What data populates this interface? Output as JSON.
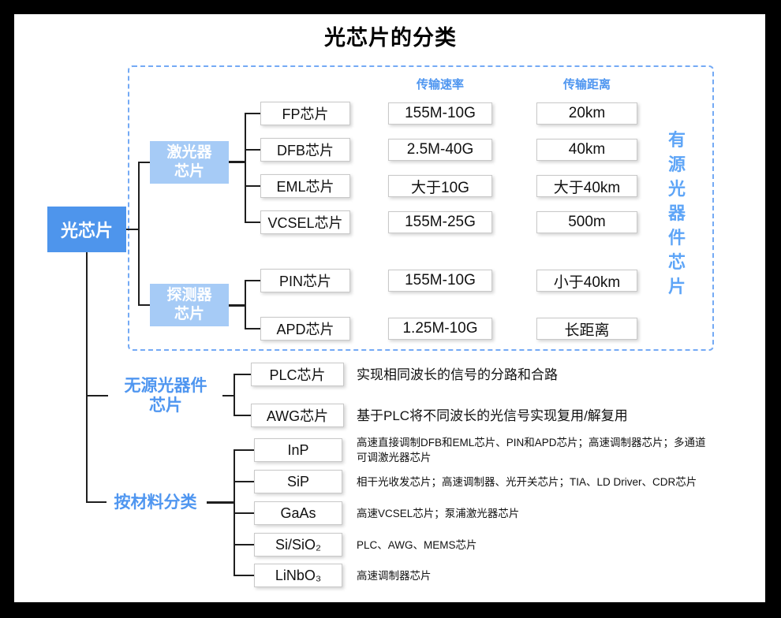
{
  "title": "光芯片的分类",
  "root": {
    "label": "光芯片"
  },
  "colors": {
    "root_blue": "#4e95ec",
    "light_blue": "#a6cbf6",
    "blue_text": "#4f96f0",
    "dashed_border": "#74aaf5"
  },
  "active_section": {
    "frame_label": "有源光器件芯片",
    "headers": {
      "rate": "传输速率",
      "distance": "传输距离"
    },
    "groups": [
      {
        "label": [
          "激光器",
          "芯片"
        ],
        "rows": [
          {
            "name": "FP芯片",
            "rate": "155M-10G",
            "distance": "20km"
          },
          {
            "name": "DFB芯片",
            "rate": "2.5M-40G",
            "distance": "40km"
          },
          {
            "name": "EML芯片",
            "rate": "大于10G",
            "distance": "大于40km"
          },
          {
            "name": "VCSEL芯片",
            "rate": "155M-25G",
            "distance": "500m"
          }
        ]
      },
      {
        "label": [
          "探测器",
          "芯片"
        ],
        "rows": [
          {
            "name": "PIN芯片",
            "rate": "155M-10G",
            "distance": "小于40km"
          },
          {
            "name": "APD芯片",
            "rate": "1.25M-10G",
            "distance": "长距离"
          }
        ]
      }
    ]
  },
  "passive_section": {
    "label": [
      "无源光器件",
      "芯片"
    ],
    "rows": [
      {
        "name": "PLC芯片",
        "desc": "实现相同波长的信号的分路和合路"
      },
      {
        "name": "AWG芯片",
        "desc": "基于PLC将不同波长的光信号实现复用/解复用"
      }
    ]
  },
  "material_section": {
    "label": "按材料分类",
    "rows": [
      {
        "name": "InP",
        "desc": "高速直接调制DFB和EML芯片、PIN和APD芯片；高速调制器芯片；多通道可调激光器芯片"
      },
      {
        "name": "SiP",
        "desc": "相干光收发芯片；高速调制器、光开关芯片；TIA、LD Driver、CDR芯片"
      },
      {
        "name": "GaAs",
        "desc": "高速VCSEL芯片；泵浦激光器芯片"
      },
      {
        "name": "Si/SiO₂",
        "desc": "PLC、AWG、MEMS芯片"
      },
      {
        "name": "LiNbO₃",
        "desc": "高速调制器芯片"
      }
    ]
  }
}
